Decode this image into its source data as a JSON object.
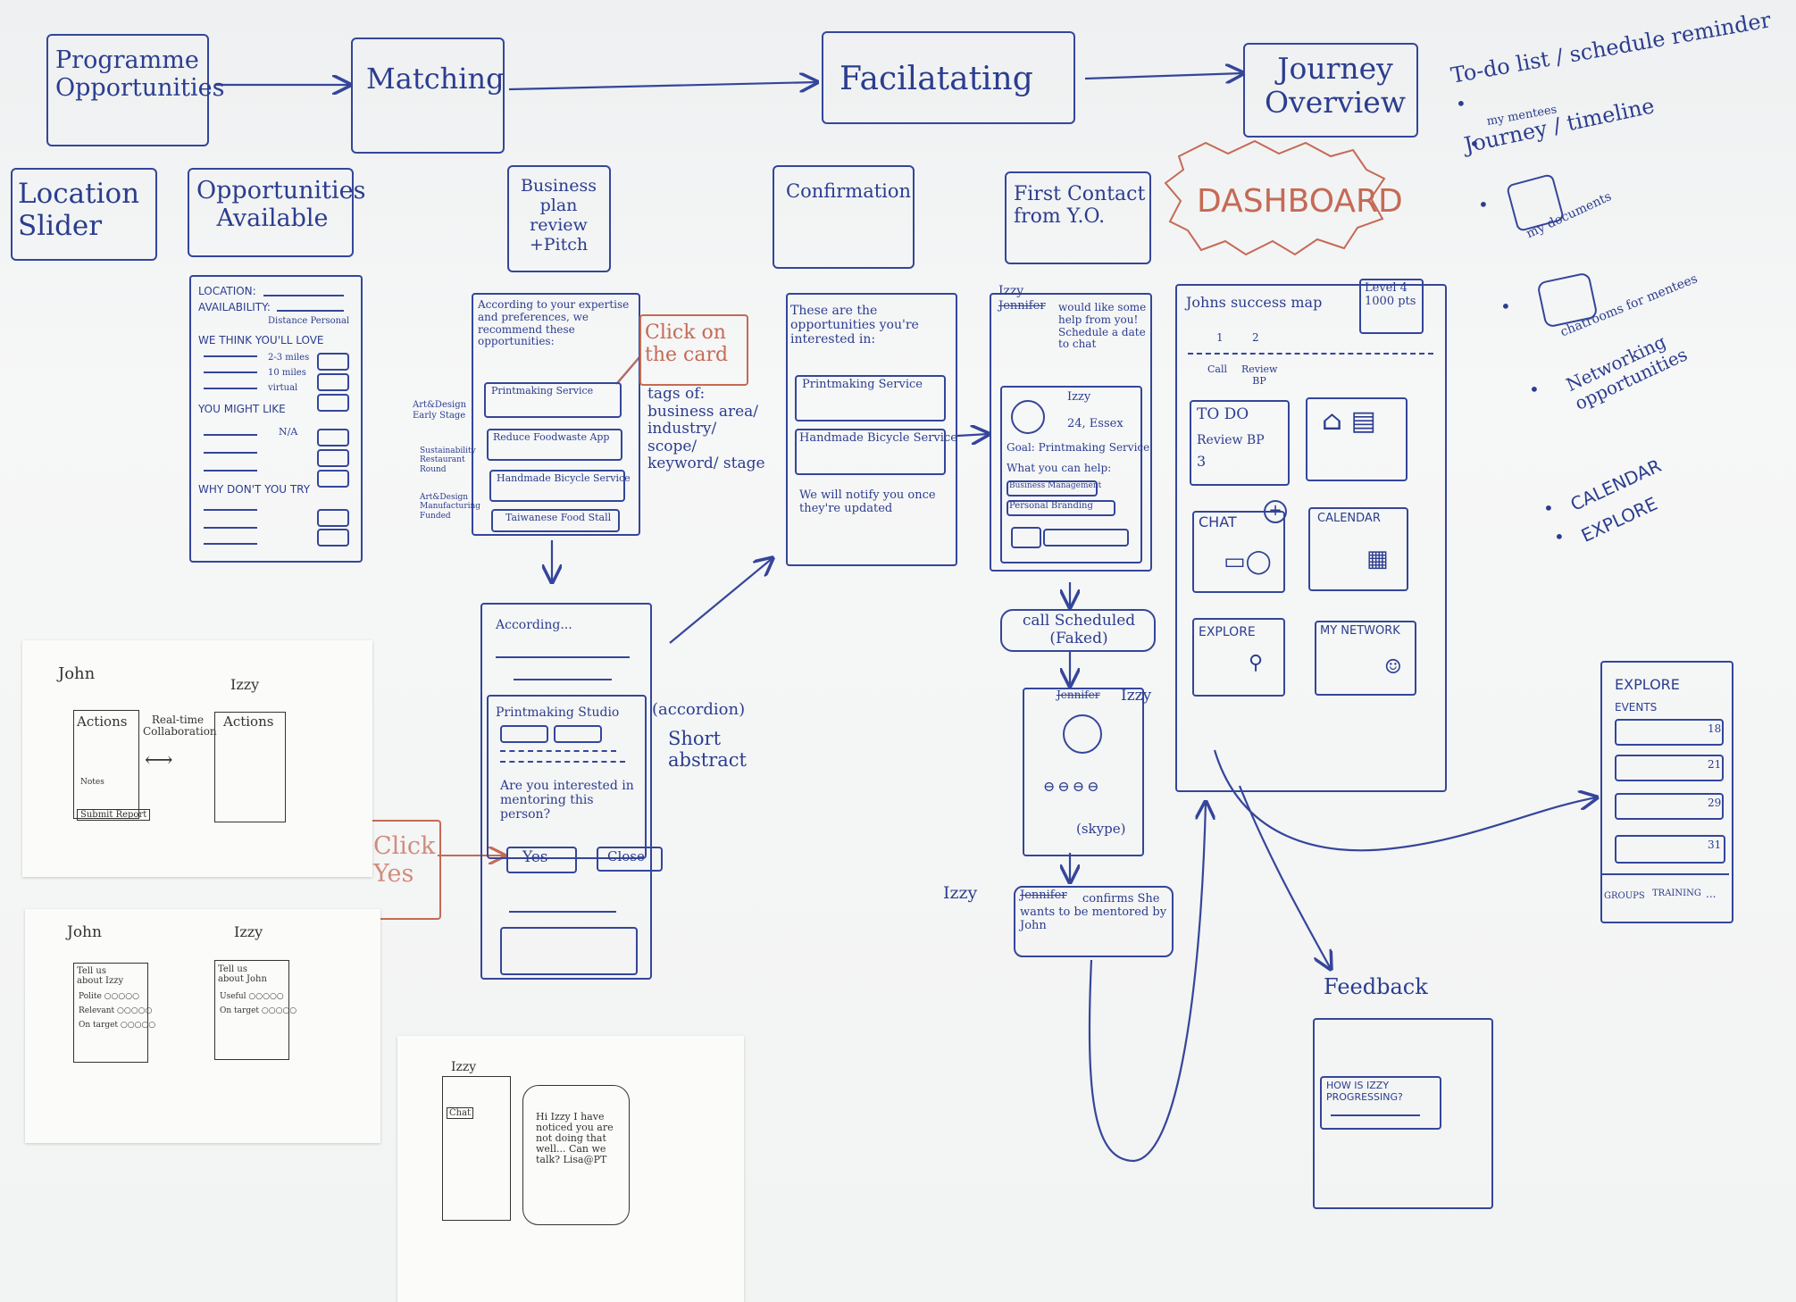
{
  "flow": {
    "programme": "Programme Opportunities",
    "matching": "Matching",
    "facilitating": "Facilatating",
    "journey": "Journey Overview"
  },
  "notes": {
    "location": "Location Slider",
    "opportunities": "Opportunities Available",
    "business_plan": "Business plan review +Pitch",
    "confirmation": "Confirmation",
    "first_contact": "First Contact from Y.O.",
    "dashboard": "DASHBOARD",
    "click_card": "Click on the card",
    "tags": "tags of: business area/ industry/ scope/ keyword/ stage",
    "accordion": "(accordion)",
    "short_abstract": "Short abstract",
    "click_yes": "Click Yes",
    "call_scheduled": "call Scheduled (Faked)",
    "feedback": "Feedback"
  },
  "opps_sketch": {
    "location": "LOCATION:",
    "availability": "AVAILABILITY:",
    "distance": "Distance  Personal",
    "think_love": "WE THINK YOU'LL LOVE",
    "dist1": "2-3 miles",
    "dist2": "10 miles",
    "dist3": "virtual",
    "might_like": "YOU MIGHT LIKE",
    "na": "N/A",
    "why_not": "WHY DON'T YOU TRY"
  },
  "bp_sketch": {
    "intro": "According to your expertise and preferences, we recommend these opportunities:",
    "card1": "Printmaking Service",
    "card2": "Reduce Foodwaste App",
    "card3": "Handmade Bicycle Service",
    "card4": "Taiwanese Food Stall",
    "tag1": "Art&Design Early Stage",
    "tag2": "Sustainability Restaurant Round",
    "tag3": "Art&Design Manufacturing Funded"
  },
  "accordion_sketch": {
    "header": "According...",
    "card": "Printmaking Studio",
    "question": "Are you interested in mentoring this person?",
    "yes": "Yes",
    "close": "Close"
  },
  "confirm_sketch": {
    "intro": "These are the opportunities you're interested in:",
    "card1": "Printmaking Service",
    "card2": "Handmade Bicycle Service",
    "notify": "We will notify you once they're updated"
  },
  "contact_sketch": {
    "name": "Izzy",
    "struck": "Jennifer",
    "msg": "would like some help from you! Schedule a date to chat",
    "profile_name": "Izzy",
    "age": "24, Essex",
    "goal": "Goal: Printmaking Service",
    "help": "What you can help:",
    "chip1": "Business Management",
    "chip2": "Personal Branding"
  },
  "call_sketch": {
    "name": "Izzy",
    "struck": "Jennifer",
    "skype": "(skype)"
  },
  "confirm_box": {
    "name": "Izzy",
    "struck": "Jennifer",
    "text": "confirms She wants to be mentored by John"
  },
  "dashboard_sketch": {
    "title": "Johns success map",
    "level": "Level 4 1000 pts",
    "step1": "1",
    "step2": "2",
    "label1": "Call",
    "label2": "Review BP",
    "todo_title": "TO DO",
    "todo_item": "Review BP",
    "todo_count": "3",
    "chat": "CHAT",
    "calendar": "CALENDAR",
    "explore": "EXPLORE",
    "network": "MY NETWORK"
  },
  "explore_sketch": {
    "title": "EXPLORE",
    "events": "EVENTS",
    "d1": "18",
    "d2": "21",
    "d3": "29",
    "d4": "31",
    "tab1": "GROUPS",
    "tab2": "TRAINING",
    "tab3": "..."
  },
  "feedback_sketch": {
    "question": "HOW IS IZZY PROGRESSING?"
  },
  "bullets": {
    "b1": "To-do list / schedule reminder",
    "b1sub": "my mentees",
    "b2": "Journey / timeline",
    "b3": "my documents",
    "b4": "chatrooms for mentees",
    "b5": "Networking opportunities",
    "b6": "CALENDAR",
    "b7": "EXPLORE"
  },
  "paper1": {
    "left": "John",
    "right": "Izzy",
    "actions_l": "Actions",
    "actions_r": "Actions",
    "collab": "Real-time Collaboration",
    "notes": "Notes",
    "submit": "Submit Report"
  },
  "paper2": {
    "left": "John",
    "right": "Izzy",
    "tell_l": "Tell us about Izzy",
    "tell_r": "Tell us about John",
    "row1": "Polite ○○○○○",
    "row2": "Relevant ○○○○○",
    "row3": "On target ○○○○○",
    "row4": "Useful ○○○○○",
    "row5": "On target ○○○○○"
  },
  "paper3": {
    "name": "Izzy",
    "chat": "Chat",
    "msg": "Hi Izzy I have noticed you are not doing that well... Can we talk? Lisa@PT"
  }
}
